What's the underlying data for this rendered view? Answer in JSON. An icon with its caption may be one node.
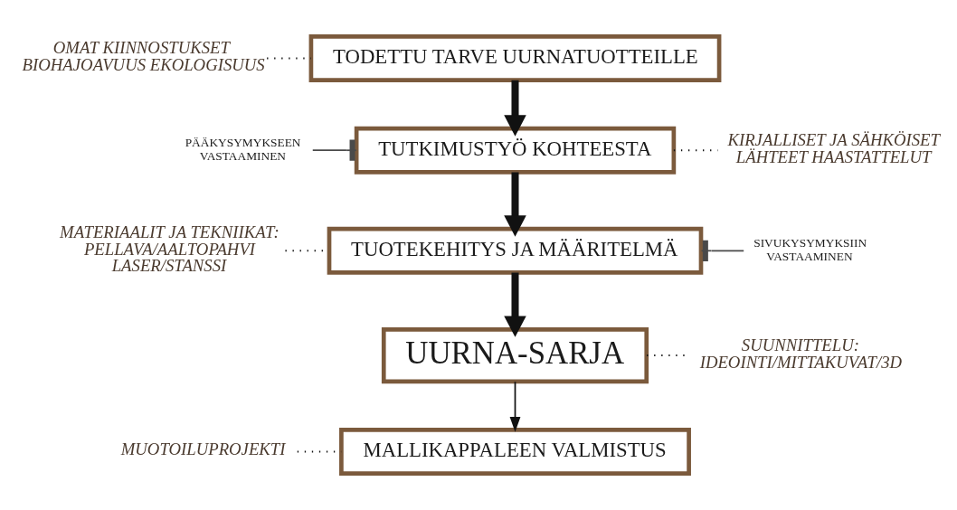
{
  "diagram": {
    "nodes": [
      {
        "text": [
          "OMAT KIINNOSTUKSET BIOHAJOAVUUS EKOLOGISUUS"
        ]
      },
      {
        "text": [
          "TODETTU TARVE UURNATUOTTEILLE"
        ]
      },
      {
        "text": [
          "PÄÄKYSYMYKSEEN VASTAAMINEN"
        ]
      },
      {
        "text": [
          "TUTKIMUSTYÖ KOHTEESTA"
        ]
      },
      {
        "text": [
          "KIRJALLISET JA SÄHKÖISET LÄHTEET HAASTATTELUT"
        ]
      },
      {
        "text": [
          "MATERIAALIT JA TEKNIIKAT: PELLAVA/AALTOPAHVI LASER/STANSSI"
        ]
      },
      {
        "text": [
          "TUOTEKEHITYS JA MÄÄRITELMÄ"
        ]
      },
      {
        "text": [
          "SIVUKYSYMYKSIIN VASTAAMINEN"
        ]
      },
      {
        "text": [
          "UURNA-SARJA"
        ]
      },
      {
        "text": [
          "SUUNNITTELU: IDEOINTI/MITTAKUVAT/3D"
        ]
      },
      {
        "text": [
          "MUOTOILUPROJEKTI"
        ]
      },
      {
        "text": [
          "MALLIKAPPALEEN VALMISTUS"
        ]
      }
    ],
    "edges": [
      {
        "from": 1,
        "to": 3,
        "arrow": "to",
        "style": "thick"
      },
      {
        "from": 3,
        "to": 6,
        "arrow": "to",
        "style": "thick"
      },
      {
        "from": 6,
        "to": 8,
        "arrow": "to",
        "style": "thick"
      },
      {
        "from": 8,
        "to": 11,
        "arrow": "to"
      },
      {
        "from": 0,
        "to": 1,
        "arrow": "none",
        "style": "dashed"
      },
      {
        "from": 2,
        "to": 3,
        "arrow": "other",
        "color": "#4a4a4a"
      },
      {
        "from": 3,
        "to": 4,
        "arrow": "none",
        "style": "dashed"
      },
      {
        "from": 5,
        "to": 6,
        "arrow": "none",
        "style": "dashed"
      },
      {
        "from": 7,
        "to": 6,
        "arrow": "other",
        "color": "#4a4a4a"
      },
      {
        "from": 8,
        "to": 9,
        "arrow": "none",
        "style": "dashed"
      },
      {
        "from": 10,
        "to": 11,
        "arrow": "none",
        "style": "dashed"
      }
    ]
  }
}
